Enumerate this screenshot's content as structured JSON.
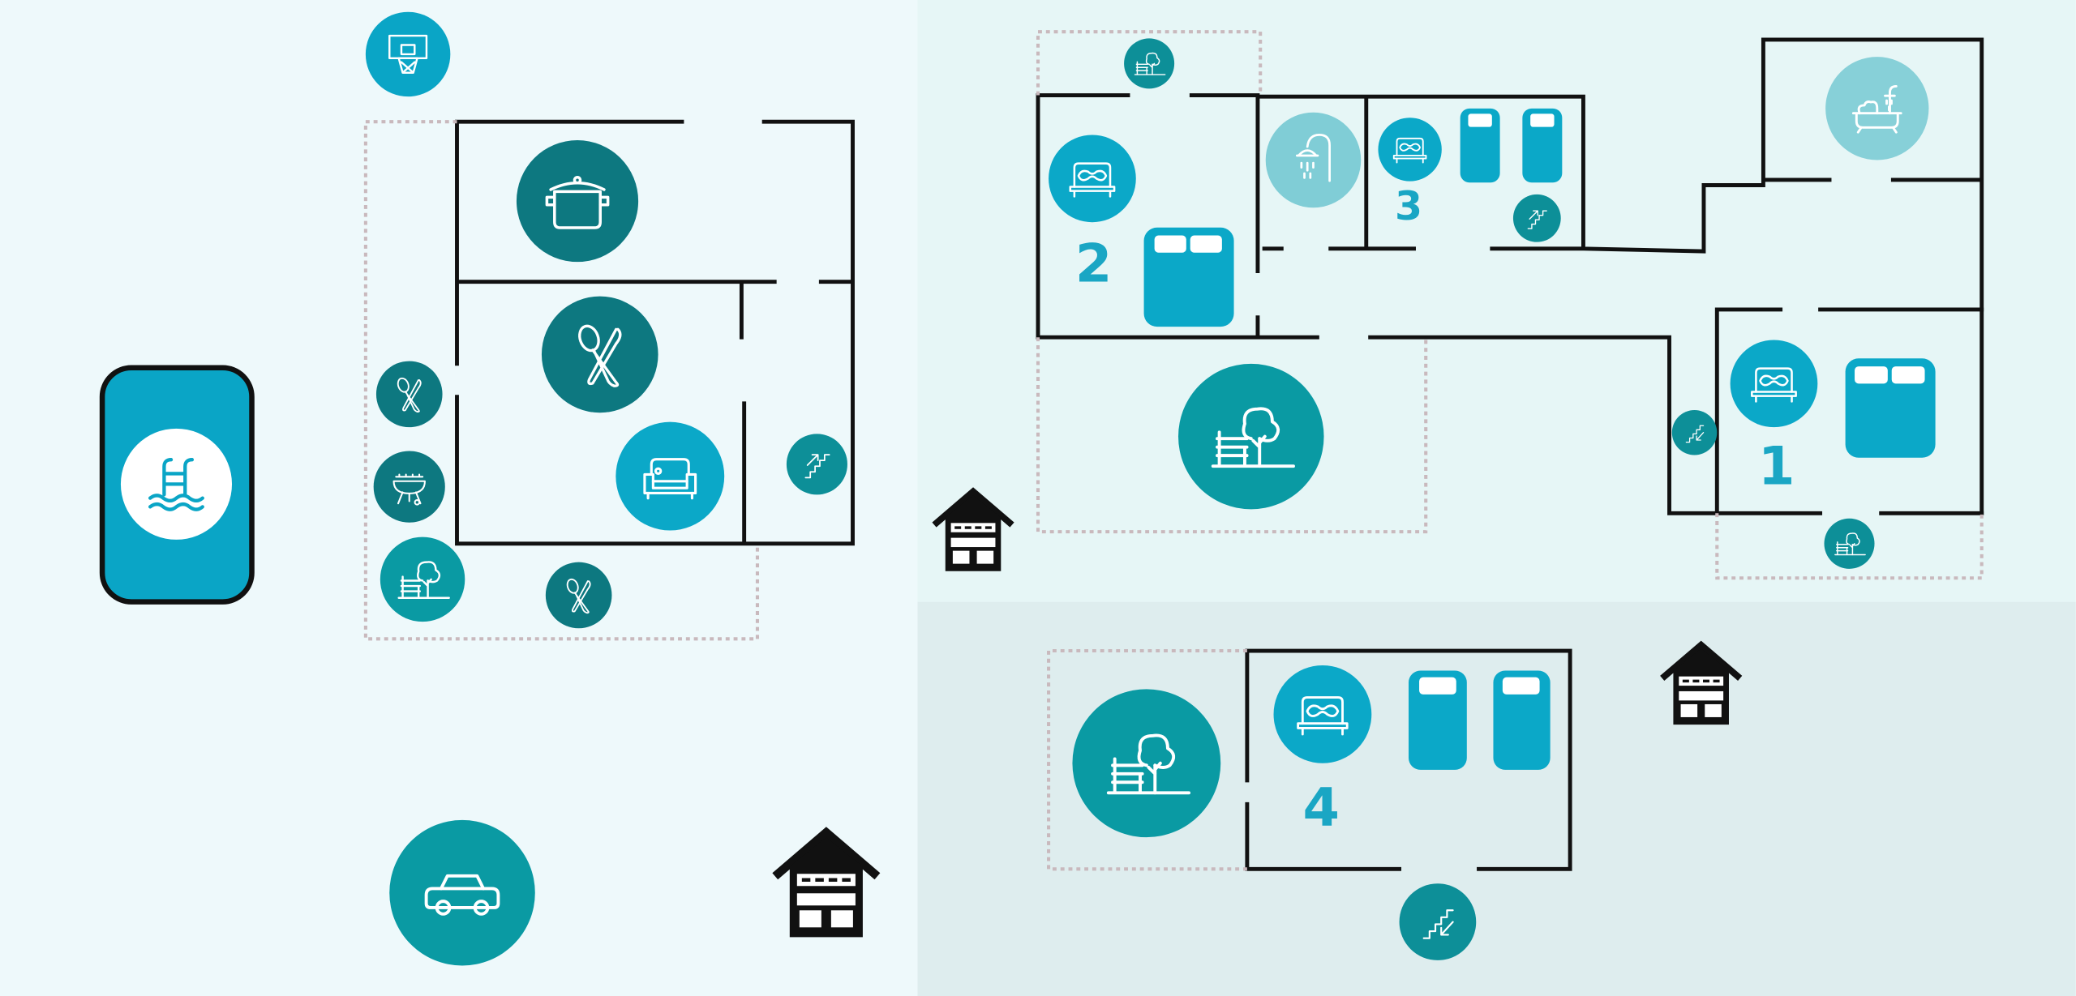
{
  "rooms": {
    "room_1": {
      "label": "1"
    },
    "room_2": {
      "label": "2"
    },
    "room_3": {
      "label": "3"
    },
    "room_4": {
      "label": "4"
    }
  },
  "colors": {
    "background_left": "#eef9fb",
    "background_top_right": "#e6f6f6",
    "background_bottom_right": "#deedee",
    "teal_dark": "#0d7880",
    "teal": "#0a9aa3",
    "cyan": "#0ba8c8",
    "pale": "#80cdd6",
    "wall": "#111111"
  },
  "icons": [
    "basketball-hoop",
    "cooking-pot",
    "fork-spoon",
    "sofa",
    "stairs-up",
    "stairs-down",
    "barbecue",
    "garden-bench-tree",
    "swimming-pool",
    "car",
    "house",
    "double-bed",
    "single-bed",
    "shower",
    "bathtub"
  ]
}
